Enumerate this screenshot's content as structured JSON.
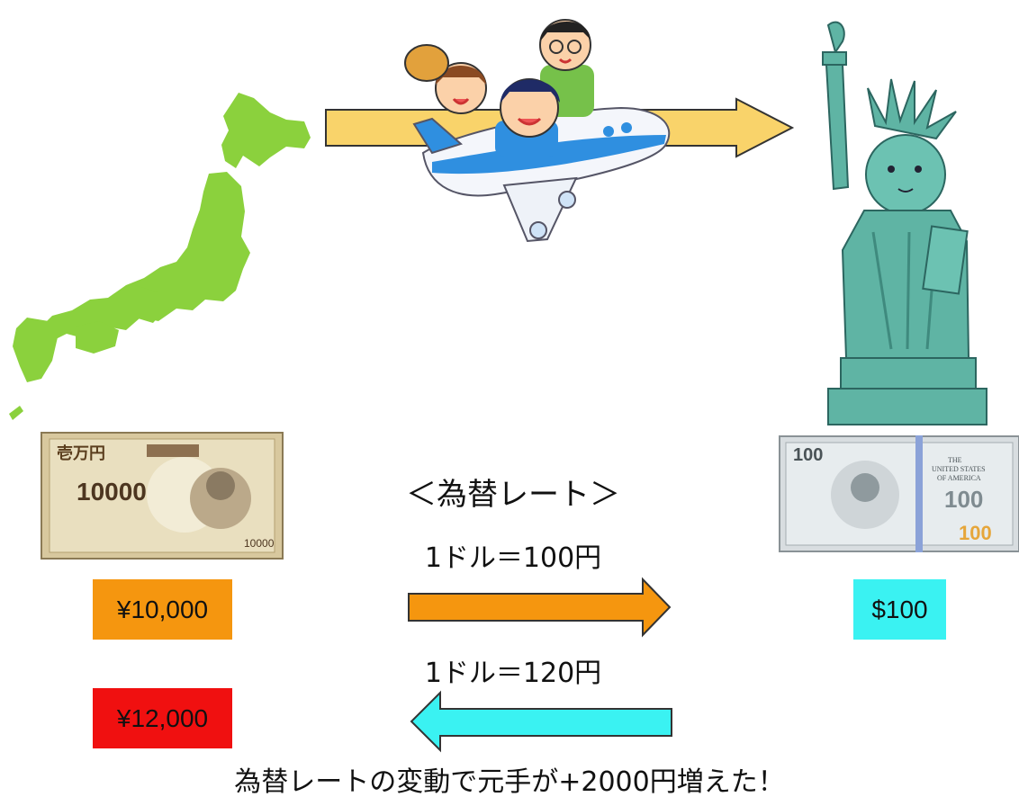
{
  "rate_title": "＜為替レート＞",
  "rate_1": "1ドル＝100円",
  "rate_2": "1ドル＝120円",
  "amount_yen_before": "¥10,000",
  "amount_yen_after": "¥12,000",
  "amount_usd": "$100",
  "caption": "為替レートの変動で元手が+2000円増えた！",
  "yen_note": {
    "kanji": "壱万円",
    "number": "10000",
    "corner": "10000"
  },
  "dollar_note": {
    "number": "100",
    "line1": "THE",
    "line2": "UNITED STATES",
    "line3": "OF AMERICA"
  },
  "colors": {
    "yen_before_box": "#f5960f",
    "yen_after_box": "#f01010",
    "usd_box": "#3af2f2",
    "travel_arrow": "#f9d36a",
    "exchange_arrow": "#f5960f",
    "return_arrow": "#3af2f2",
    "japan_map": "#8bd13d",
    "statue": "#5fb4a4"
  }
}
